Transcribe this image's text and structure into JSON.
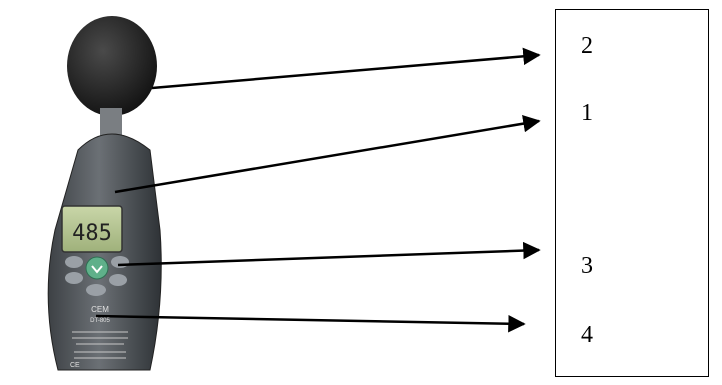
{
  "meter": {
    "display_reading": "485",
    "brand": "CEM",
    "model": "DT-805"
  },
  "labels": [
    "2",
    "1",
    "3",
    "4"
  ]
}
